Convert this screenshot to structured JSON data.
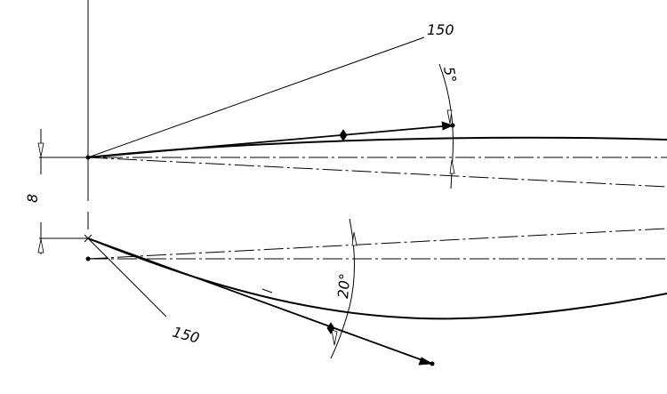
{
  "dimensions": {
    "top_length": "150",
    "top_angle": "5°",
    "gap": "8",
    "bottom_angle": "20°",
    "bottom_length": "150"
  },
  "colors": {
    "background": "#ffffff",
    "lines": "#000000"
  }
}
